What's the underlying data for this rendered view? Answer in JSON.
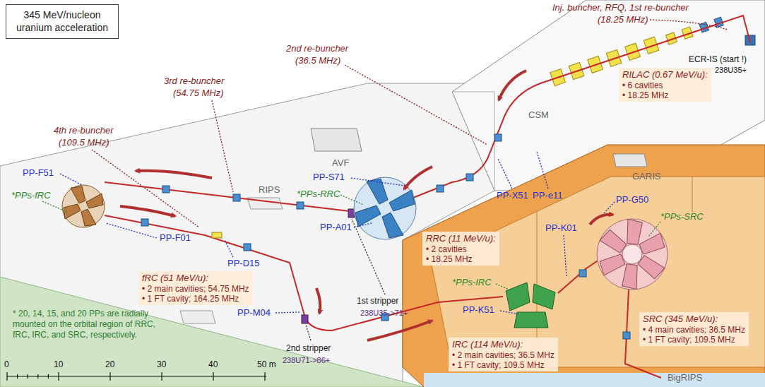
{
  "diagram": {
    "nodes": [
      {
        "text": [
          "345 MeV/nucleon uranium acceleration"
        ]
      },
      {
        "text": [
          "RILAC (0.67 MeV/u):",
          "• 6 cavities",
          "• 18.25 MHz"
        ]
      },
      {
        "text": [
          "RRC (11 MeV/u):",
          "• 2 cavities",
          "• 18.25 MHz"
        ]
      },
      {
        "text": [
          "fRC (51 MeV/u):",
          "• 2 main cavities; 54.75 MHz",
          "• 1 FT cavity; 164.25 MHz"
        ]
      },
      {
        "text": [
          "IRC (114 MeV/u):",
          "• 2 main cavities; 36.5 MHz",
          "• 1 FT cavity; 109.5 MHz"
        ]
      },
      {
        "text": [
          "SRC (345 MeV/u):",
          "• 4 main cavities; 36.5 MHz",
          "• 1 FT cavity; 109.5 MHz"
        ]
      }
    ],
    "labels": [
      "Inj. buncher, RFQ, 1st re-buncher",
      "(18.25 MHz)",
      "ECR-IS (start !)",
      "238U35+",
      "CSM",
      "GARIS",
      "2nd re-buncher",
      "(36.5 MHz)",
      "3rd re-buncher",
      "(54.75 MHz)",
      "4th re-buncher",
      "(109.5 MHz)",
      "AVF",
      "RIPS",
      "PP-X51",
      "PP-e11",
      "PP-S71",
      "*PPs-RRC",
      "PP-A01",
      "PP-F51",
      "*PPs-fRC",
      "PP-F01",
      "PP-D15",
      "PP-M04",
      "1st stripper",
      "238U35->71+",
      "2nd stripper",
      "238U71->86+",
      "* 20, 14, 15, and 20 PPs are radially mounted on the orbital region of RRC, fRC, IRC, and SRC, respectively.",
      "0",
      "10",
      "20",
      "30",
      "40",
      "50 m",
      "PP-G50",
      "PP-K01",
      "*PPs-SRC",
      "*PPs-IRC",
      "PP-K51",
      "BigRIPS"
    ]
  }
}
